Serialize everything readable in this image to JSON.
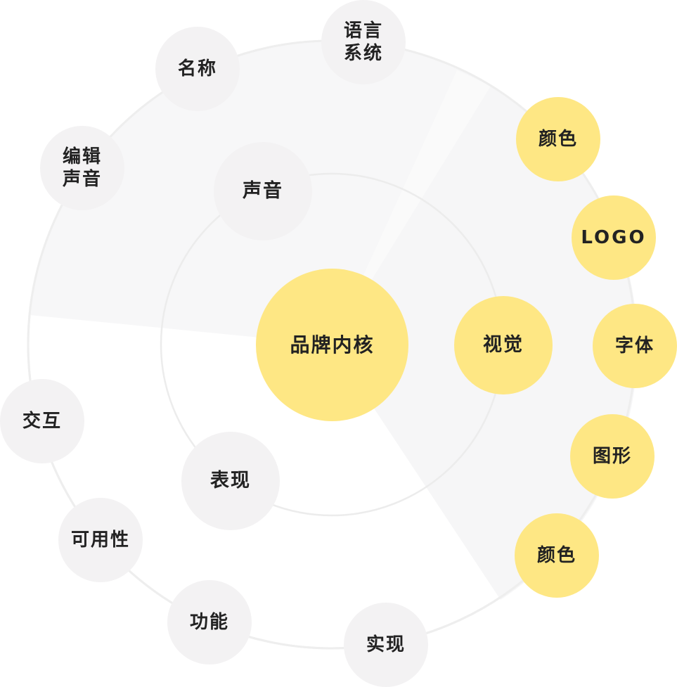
{
  "colors": {
    "background": "#ffffff",
    "sector_shade": "#f7f7f8",
    "ring_line": "#eeeeee",
    "neutral_node": "#f3f2f3",
    "highlight_node": "#fee784",
    "text": "#222222"
  },
  "core": {
    "label": "品牌内核"
  },
  "inner": {
    "sound": "声音",
    "visual": "视觉",
    "expression": "表现"
  },
  "outer": {
    "name": "名称",
    "language_system": [
      "语言",
      "系统"
    ],
    "edit_sound": [
      "编辑",
      "声音"
    ],
    "color_top": "颜色",
    "logo": "LOGO",
    "font": "字体",
    "graphic": "图形",
    "color_bottom": "颜色",
    "interaction": "交互",
    "usability": "可用性",
    "function": "功能",
    "implementation": "实现"
  }
}
